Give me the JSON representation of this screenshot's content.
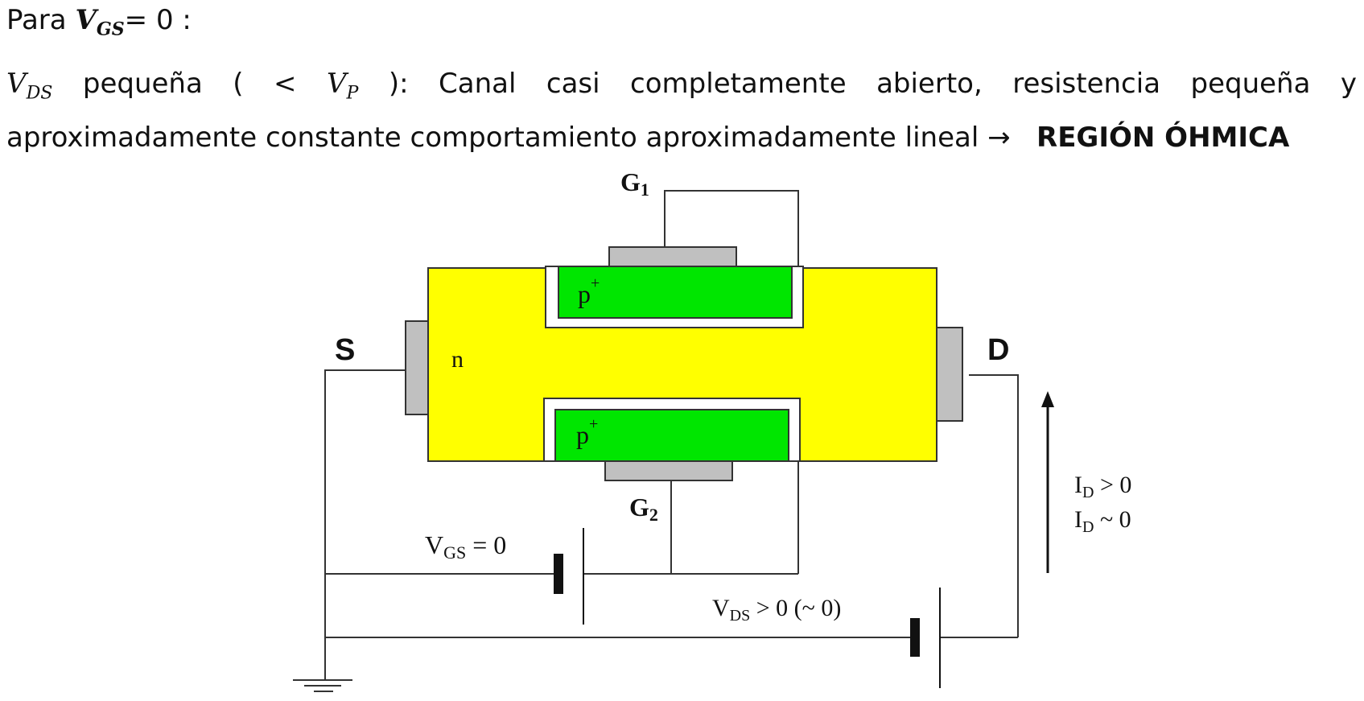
{
  "heading": {
    "prefix": "Para ",
    "symbol": "V",
    "symbol_sub": "GS",
    "suffix": "= 0 :"
  },
  "paragraph": {
    "symbol": "V",
    "symbol_sub": "DS",
    "text_before_cond": " pequeña ( ",
    "cond_symbol": "< V",
    "cond_sub": "P",
    "text_main": " ): Canal casi completamente abierto, resistencia pequeña y aproximadamente constante comportamiento aproximadamente lineal ",
    "arrow": "→",
    "emphasis": "REGIÓN ÓHMICA"
  },
  "diagram": {
    "gate1_label": "G",
    "gate1_sub": "1",
    "gate2_label": "G",
    "gate2_sub": "2",
    "source_label": "S",
    "drain_label": "D",
    "n_region_label": "n",
    "p_top_label": "p",
    "p_top_sup": "+",
    "p_bottom_label": "p",
    "p_bottom_sup": "+",
    "vgs_label_main": "V",
    "vgs_label_sub": "GS",
    "vgs_label_value": " =  0",
    "vds_label_main": "V",
    "vds_label_sub": "DS",
    "vds_label_value": " > 0 (~  0)",
    "id_label_1_main": "I",
    "id_label_1_sub": "D",
    "id_label_1_value": " > 0",
    "id_label_2_main": "I",
    "id_label_2_sub": "D",
    "id_label_2_value": " ~ 0",
    "colors": {
      "n_channel": "#ffff00",
      "p_region": "#00e600",
      "contact": "#c0c0c0",
      "wire": "#333333"
    }
  }
}
